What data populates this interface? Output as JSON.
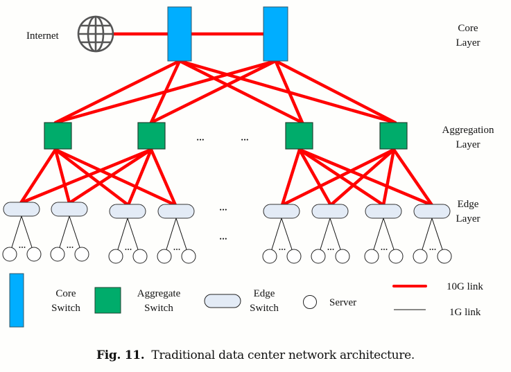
{
  "figure": {
    "caption_number": "Fig. 11.",
    "caption_text": "Traditional data center network architecture."
  },
  "colors": {
    "core_switch": "#00aeff",
    "aggregate_switch": "#00ac6b",
    "edge_switch": "#e3ebf6",
    "link_10g": "#ff0000",
    "link_1g": "#111111",
    "internet_icon": "#555555"
  },
  "labels": {
    "internet": "Internet",
    "core_layer": [
      "Core",
      "Layer"
    ],
    "aggregation_layer": [
      "Aggregation",
      "Layer"
    ],
    "edge_layer": [
      "Edge",
      "Layer"
    ],
    "ellipsis": "•••"
  },
  "topology": {
    "core_switches": [
      "core-1",
      "core-2"
    ],
    "aggregate_switches": [
      "agg-1",
      "agg-2",
      "agg-3",
      "agg-4"
    ],
    "edge_switches": [
      "edge-1",
      "edge-2",
      "edge-3",
      "edge-4",
      "edge-5",
      "edge-6",
      "edge-7",
      "edge-8"
    ],
    "servers_shown_per_edge": 2,
    "internet_links": [
      [
        "internet",
        "core-1"
      ]
    ],
    "core_links": [
      [
        "core-1",
        "core-2"
      ]
    ],
    "core_to_aggregate": [
      [
        "core-1",
        "agg-1"
      ],
      [
        "core-1",
        "agg-2"
      ],
      [
        "core-1",
        "agg-3"
      ],
      [
        "core-1",
        "agg-4"
      ],
      [
        "core-2",
        "agg-1"
      ],
      [
        "core-2",
        "agg-2"
      ],
      [
        "core-2",
        "agg-3"
      ],
      [
        "core-2",
        "agg-4"
      ]
    ],
    "aggregate_to_edge": [
      [
        "agg-1",
        "edge-1"
      ],
      [
        "agg-1",
        "edge-2"
      ],
      [
        "agg-1",
        "edge-3"
      ],
      [
        "agg-1",
        "edge-4"
      ],
      [
        "agg-2",
        "edge-1"
      ],
      [
        "agg-2",
        "edge-2"
      ],
      [
        "agg-2",
        "edge-3"
      ],
      [
        "agg-2",
        "edge-4"
      ],
      [
        "agg-3",
        "edge-5"
      ],
      [
        "agg-3",
        "edge-6"
      ],
      [
        "agg-3",
        "edge-7"
      ],
      [
        "agg-3",
        "edge-8"
      ],
      [
        "agg-4",
        "edge-5"
      ],
      [
        "agg-4",
        "edge-6"
      ],
      [
        "agg-4",
        "edge-7"
      ],
      [
        "agg-4",
        "edge-8"
      ]
    ]
  },
  "legend": {
    "core_switch": [
      "Core",
      "Switch"
    ],
    "aggregate_switch": [
      "Aggregate",
      "Switch"
    ],
    "edge_switch": [
      "Edge",
      "Switch"
    ],
    "server": "Server",
    "link_10g": "10G link",
    "link_1g": "1G link"
  }
}
